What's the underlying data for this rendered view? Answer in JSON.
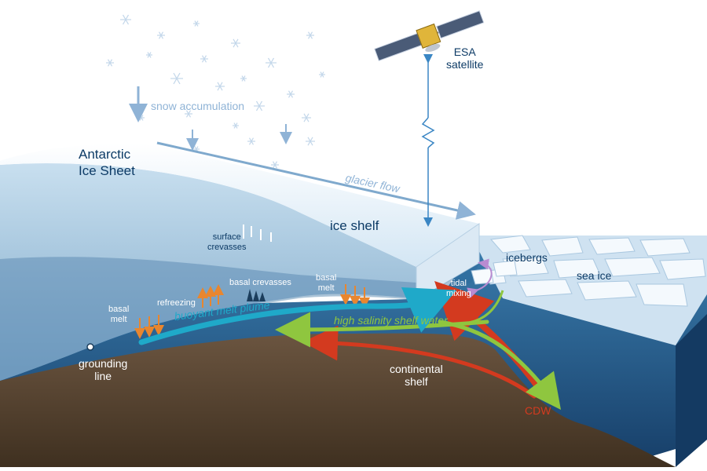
{
  "colors": {
    "ocean": "#1f5a8a",
    "ocean_deep": "#163f67",
    "land": "#5b4632",
    "ice": "#e9f3fb",
    "cdw": "#d33a1f",
    "shelf_water": "#8fc63f",
    "melt_plume": "#1fa9c9",
    "basal_melt_arrow": "#e8862f",
    "tidal_mixing": "#b98bd1"
  },
  "labels": {
    "snow_accumulation": "snow accumulation",
    "antarctic_ice_sheet": "Antarctic\nIce Sheet",
    "glacier_flow": "glacier flow",
    "satellite": "ESA\nsatellite",
    "ice_shelf": "ice shelf",
    "surface_crevasses": "surface\ncrevasses",
    "basal_crevasses": "basal crevasses",
    "refreezing": "refreezing",
    "basal_melt_left": "basal\nmelt",
    "basal_melt_right": "basal\nmelt",
    "buoyant_melt_plume": "buoyant melt plume",
    "high_salinity_shelf_water": "high salinity shelf water",
    "icebergs": "icebergs",
    "sea_ice": "sea ice",
    "tidal_mixing": "tidal\nmixing",
    "grounding_line": "grounding\nline",
    "continental_shelf": "continental\nshelf",
    "cdw": "CDW"
  },
  "icons": [
    "snowflake-icon",
    "satellite-icon"
  ]
}
